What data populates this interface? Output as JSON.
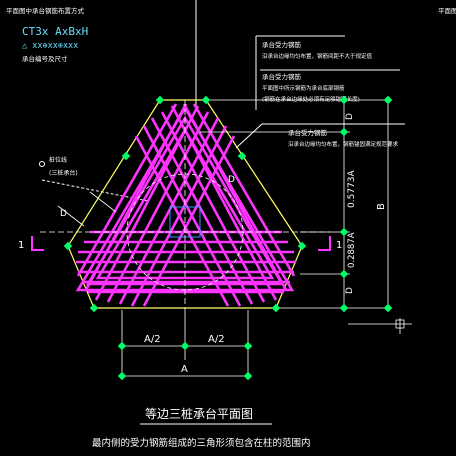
{
  "header": {
    "left_note": "平面图中承台钢筋布置方式",
    "right_note": "平面图中",
    "code": "CT3x  AxBxH",
    "code_line2": "△ xx⊕xx⊕xxx",
    "code_line3": "承台编号及尺寸"
  },
  "notes": {
    "note1_title": "承台受力钢筋",
    "note1_text": "沿承台边缘均匀布置，钢筋间距不大于规定值",
    "note2_title": "承台受力钢筋",
    "note2_line1": "平面图中所示钢筋为承台底部钢筋",
    "note2_line2": "(钢筋在承台边缘处必须有足够锚固长度)",
    "note3_title": "承台受力钢筋",
    "note3_text": "沿承台边缘均匀布置，钢筋锚固满足规范要求",
    "side_label_line1": "桩位线",
    "side_label_line2": "(三桩承台)"
  },
  "dimensions": {
    "d_label": "D",
    "a_half_left": "A/2",
    "a_half_right": "A/2",
    "a_total": "A",
    "b_total": "B",
    "v1": "D",
    "v2": "0.5773A",
    "v3": "0.2887A",
    "v4": "D",
    "section_mark": "1"
  },
  "footer": {
    "title": "等边三桩承台平面图",
    "subtitle": "最内侧的受力钢筋组成的三角形须包含在柱的范围内"
  },
  "colors": {
    "rebar": "#ff33ff",
    "outline": "#ffff66",
    "dimension": "#00ff66",
    "text": "#ffffff",
    "cyan_text": "#66ddff"
  }
}
